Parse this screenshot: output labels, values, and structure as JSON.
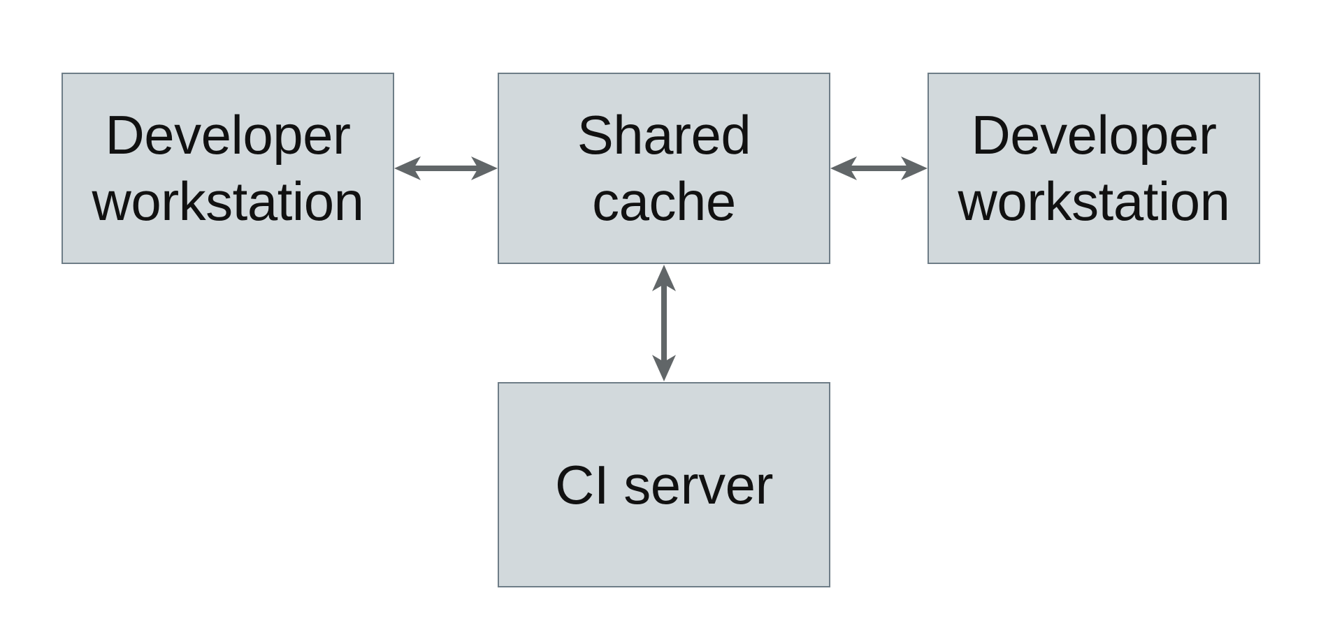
{
  "diagram": {
    "type": "architecture-flow",
    "nodes": [
      {
        "id": "developer-workstation-left",
        "label": "Developer workstation",
        "lines": [
          "Developer",
          "workstation"
        ]
      },
      {
        "id": "shared-cache",
        "label": "Shared cache",
        "lines": [
          "Shared",
          "cache"
        ]
      },
      {
        "id": "developer-workstation-right",
        "label": "Developer workstation",
        "lines": [
          "Developer",
          "workstation"
        ]
      },
      {
        "id": "ci-server",
        "label": "CI server",
        "lines": [
          "CI server",
          ""
        ]
      }
    ],
    "edges": [
      {
        "from": "developer-workstation-left",
        "to": "shared-cache",
        "direction": "bidirectional",
        "orientation": "horizontal"
      },
      {
        "from": "shared-cache",
        "to": "developer-workstation-right",
        "direction": "bidirectional",
        "orientation": "horizontal"
      },
      {
        "from": "shared-cache",
        "to": "ci-server",
        "direction": "bidirectional",
        "orientation": "vertical"
      }
    ]
  },
  "colors": {
    "node_fill": "#d2d9dc",
    "node_border": "#6e7d87",
    "arrow": "#616668",
    "text": "#111111",
    "background": "#ffffff"
  }
}
